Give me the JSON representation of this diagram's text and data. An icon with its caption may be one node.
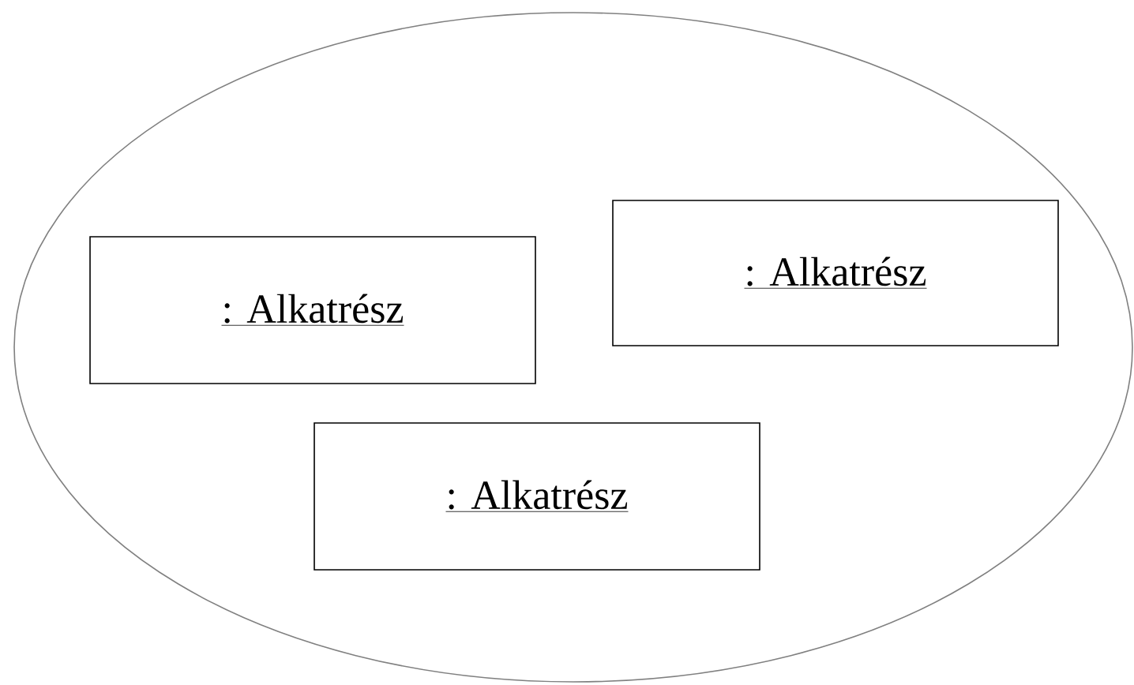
{
  "diagram": {
    "nodes": [
      {
        "text": [],
        "shape": "ellipse"
      },
      {
        "text": [
          ": Alkatrész"
        ],
        "in": 0
      },
      {
        "text": [
          ": Alkatrész"
        ],
        "in": 0
      },
      {
        "text": [
          ": Alkatrész"
        ],
        "in": 0
      }
    ]
  }
}
